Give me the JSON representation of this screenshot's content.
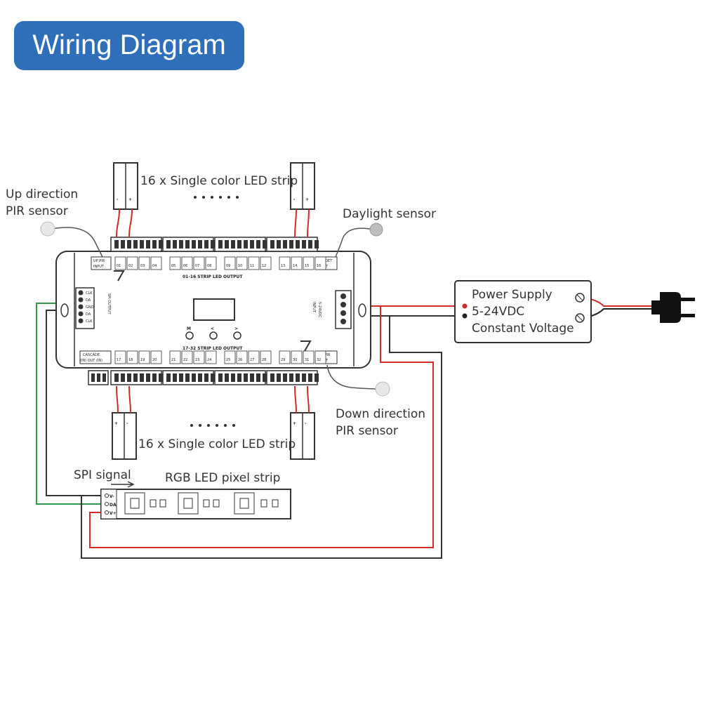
{
  "title": "Wiring Diagram",
  "labels": {
    "top_strips": "16 x Single color LED strip",
    "bottom_strips": "16 x Single color LED strip",
    "up_pir": [
      "Up direction",
      "PIR sensor"
    ],
    "down_pir": [
      "Down direction",
      "PIR sensor"
    ],
    "daylight": "Daylight sensor",
    "spi_signal": "SPI signal",
    "rgb_strip": "RGB LED pixel strip",
    "power_supply": [
      "Power Supply",
      "5-24VDC",
      "Constant Voltage"
    ]
  },
  "controller": {
    "up_pir_input": [
      "UP PIR",
      "INPUT"
    ],
    "lux_det_input": [
      "LUX DET",
      "INPUT"
    ],
    "dw_pir_input": [
      "DW PIR",
      "INPUT"
    ],
    "cascade": [
      "CASCADE",
      "(IN)  OUT  (IN)"
    ],
    "top_output_title": "01-16 STRIP LED OUTPUT",
    "bottom_output_title": "17-32 STRIP LED OUTPUT",
    "spi_output": "SPI OUTPUT",
    "power_input": [
      "INPUT",
      "5-24VDC"
    ],
    "spi_pins": [
      "CLK",
      "DA",
      "GND",
      "DA",
      "CLK"
    ],
    "buttons": [
      "M",
      "<",
      ">"
    ],
    "top_channels": [
      "01",
      "02",
      "03",
      "04",
      "05",
      "06",
      "07",
      "08",
      "09",
      "10",
      "11",
      "12",
      "13",
      "14",
      "15",
      "16"
    ],
    "bottom_channels": [
      "17",
      "18",
      "19",
      "20",
      "21",
      "22",
      "23",
      "24",
      "25",
      "26",
      "27",
      "28",
      "29",
      "30",
      "31",
      "32"
    ]
  },
  "pixel_strip_pins": [
    "V-",
    "DA",
    "V+"
  ],
  "strip_terminals": [
    "-",
    "+"
  ],
  "colors": {
    "badge": "#2f6fba",
    "positive_wire": "#d42a2a",
    "signal_wire": "#2e9a4a",
    "wire": "#333333"
  }
}
